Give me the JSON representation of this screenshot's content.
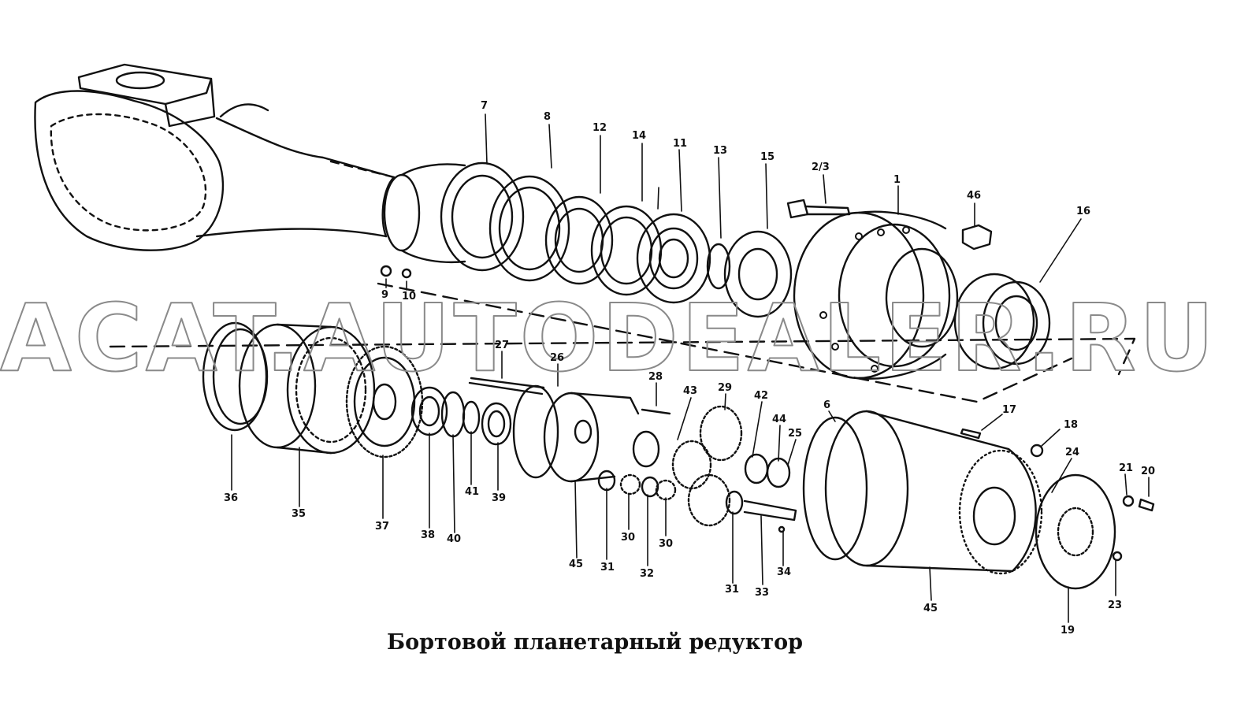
{
  "caption": "Бортовой планетарный редуктор",
  "watermark": "ACAT.AUTODEALER.RU",
  "callouts": [
    "7",
    "8",
    "12",
    "14",
    "11",
    "13",
    "15",
    "2/3",
    "1",
    "46",
    "16",
    "9",
    "10",
    "27",
    "26",
    "28",
    "43",
    "29",
    "42",
    "44",
    "25",
    "6",
    "17",
    "18",
    "24",
    "21",
    "20",
    "36",
    "35",
    "37",
    "38",
    "40",
    "41",
    "39",
    "45",
    "31",
    "30",
    "32",
    "30",
    "31",
    "33",
    "34",
    "45",
    "19",
    "23"
  ]
}
